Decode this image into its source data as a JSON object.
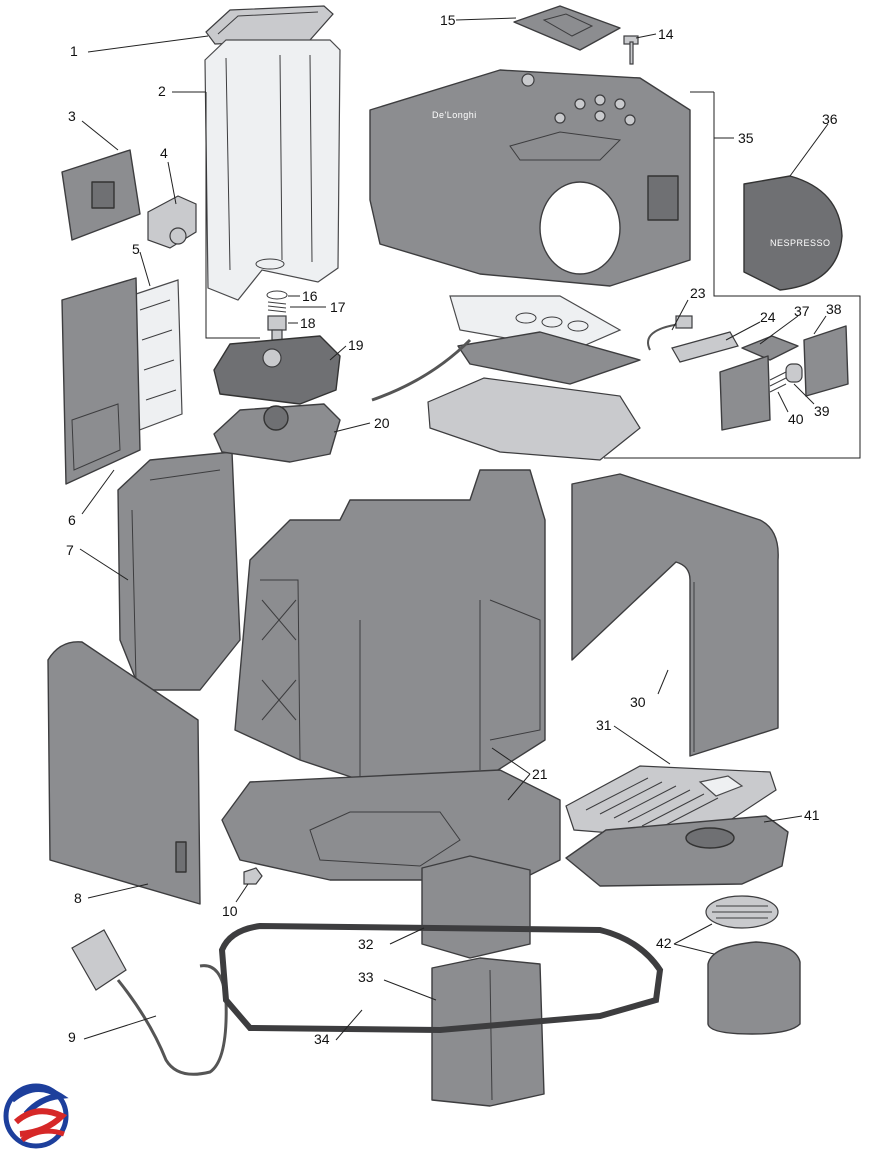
{
  "callouts": [
    {
      "id": "1",
      "label": "1"
    },
    {
      "id": "2",
      "label": "2"
    },
    {
      "id": "3",
      "label": "3"
    },
    {
      "id": "4",
      "label": "4"
    },
    {
      "id": "5",
      "label": "5"
    },
    {
      "id": "6",
      "label": "6"
    },
    {
      "id": "7",
      "label": "7"
    },
    {
      "id": "8",
      "label": "8"
    },
    {
      "id": "9",
      "label": "9"
    },
    {
      "id": "10",
      "label": "10"
    },
    {
      "id": "14",
      "label": "14"
    },
    {
      "id": "15",
      "label": "15"
    },
    {
      "id": "16",
      "label": "16"
    },
    {
      "id": "17",
      "label": "17"
    },
    {
      "id": "18",
      "label": "18"
    },
    {
      "id": "19",
      "label": "19"
    },
    {
      "id": "20",
      "label": "20"
    },
    {
      "id": "21",
      "label": "21"
    },
    {
      "id": "23",
      "label": "23"
    },
    {
      "id": "24",
      "label": "24"
    },
    {
      "id": "30",
      "label": "30"
    },
    {
      "id": "31",
      "label": "31"
    },
    {
      "id": "32",
      "label": "32"
    },
    {
      "id": "33",
      "label": "33"
    },
    {
      "id": "34",
      "label": "34"
    },
    {
      "id": "35",
      "label": "35"
    },
    {
      "id": "36",
      "label": "36"
    },
    {
      "id": "37",
      "label": "37"
    },
    {
      "id": "38",
      "label": "38"
    },
    {
      "id": "39",
      "label": "39"
    },
    {
      "id": "40",
      "label": "40"
    },
    {
      "id": "41",
      "label": "41"
    },
    {
      "id": "42",
      "label": "42"
    }
  ],
  "branding": {
    "cap_logo": "NESPRESSO",
    "housing_logo": "De'Longhi"
  },
  "colors": {
    "part_fill": "#8c8d90",
    "part_stroke": "#3d3d3f",
    "logo_red": "#d62828",
    "logo_blue": "#1d3f9c"
  },
  "icons": {
    "corner_logo": "swirl-logo-icon"
  }
}
